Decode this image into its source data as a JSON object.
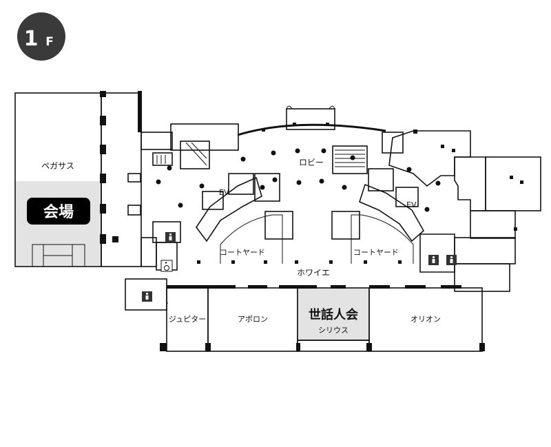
{
  "floor": {
    "number": "1",
    "unit": "F"
  },
  "rooms": {
    "pegasus": "ペガサス",
    "lobby": "ロビー",
    "courtyard_left": "コートヤード",
    "courtyard_right": "コートヤード",
    "foyer": "ホワイエ",
    "jupiter": "ジュピター",
    "apollon": "アポロン",
    "sirius": "シリウス",
    "orion": "オリオン",
    "ev_left": "EV",
    "ev_right": "EV"
  },
  "highlights": {
    "venue": "会場",
    "host_room": "世話人会"
  },
  "icons": [
    "restroom-icon",
    "wheelchair-icon"
  ],
  "colors": {
    "badge": "#3a3a3a",
    "venue_label_bg": "#000000",
    "highlight_area": "#e3e3e3",
    "ink": "#111111"
  }
}
